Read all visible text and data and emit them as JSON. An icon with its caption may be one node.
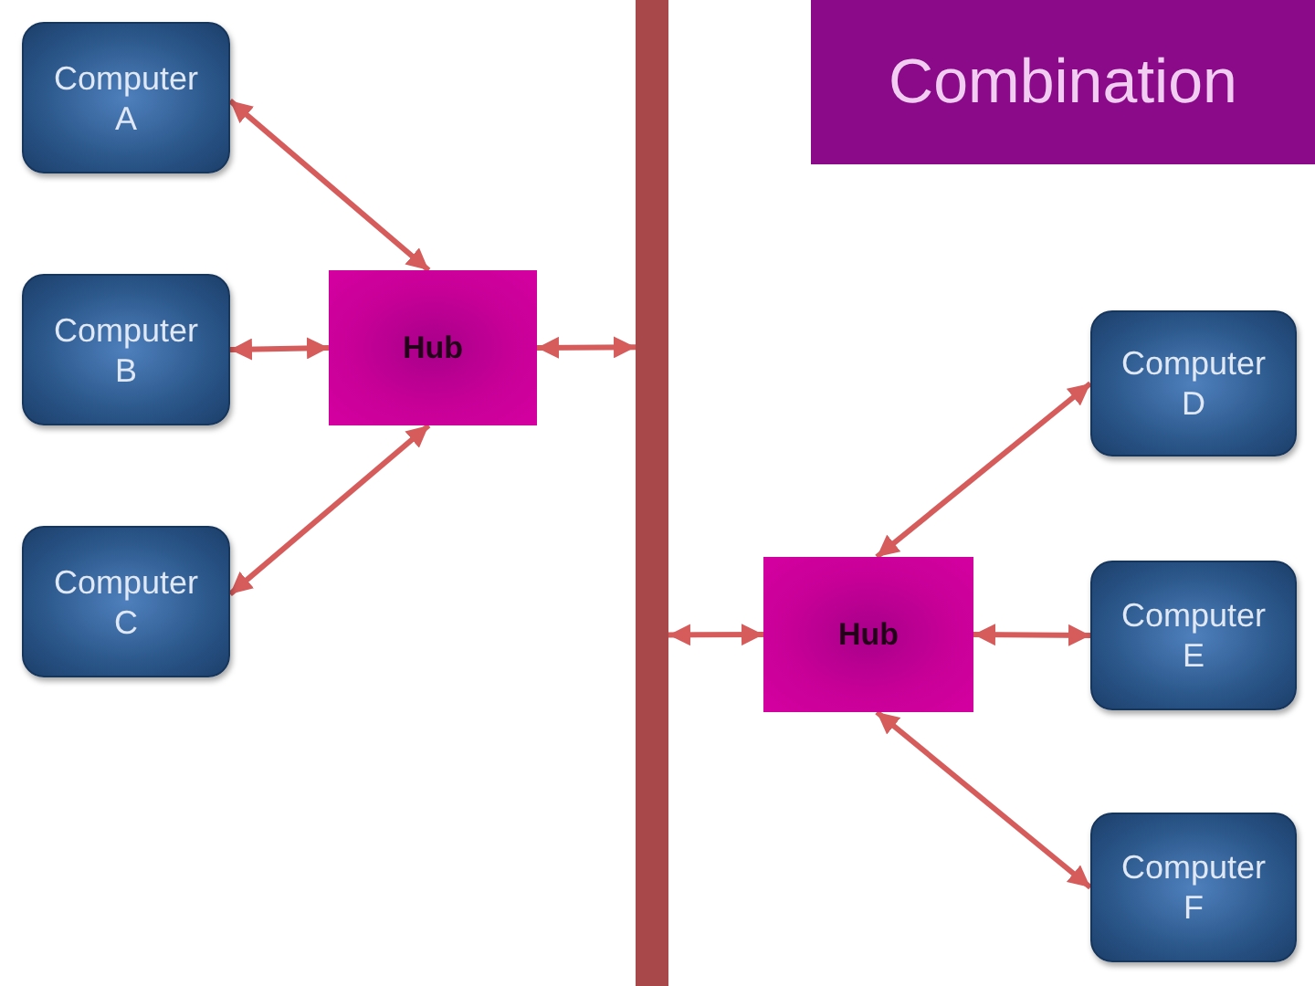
{
  "diagram": {
    "title": "Combination",
    "nodes": [
      {
        "text": [
          "Computer A"
        ]
      },
      {
        "text": [
          "Computer B"
        ]
      },
      {
        "text": [
          "Computer C"
        ]
      },
      {
        "text": [
          "Hub"
        ]
      },
      {
        "text": [],
        "shape": "bar"
      },
      {
        "text": [
          "Hub"
        ]
      },
      {
        "text": [
          "Computer D"
        ]
      },
      {
        "text": [
          "Computer E"
        ]
      },
      {
        "text": [
          "Computer F"
        ]
      }
    ],
    "edges": [
      {
        "from": 0,
        "to": 3,
        "arrow": "both"
      },
      {
        "from": 1,
        "to": 3,
        "arrow": "both"
      },
      {
        "from": 2,
        "to": 3,
        "arrow": "both"
      },
      {
        "from": 3,
        "to": 4,
        "arrow": "both"
      },
      {
        "from": 4,
        "to": 5,
        "arrow": "both"
      },
      {
        "from": 5,
        "to": 6,
        "arrow": "both"
      },
      {
        "from": 5,
        "to": 7,
        "arrow": "both"
      },
      {
        "from": 5,
        "to": 8,
        "arrow": "both"
      }
    ]
  }
}
